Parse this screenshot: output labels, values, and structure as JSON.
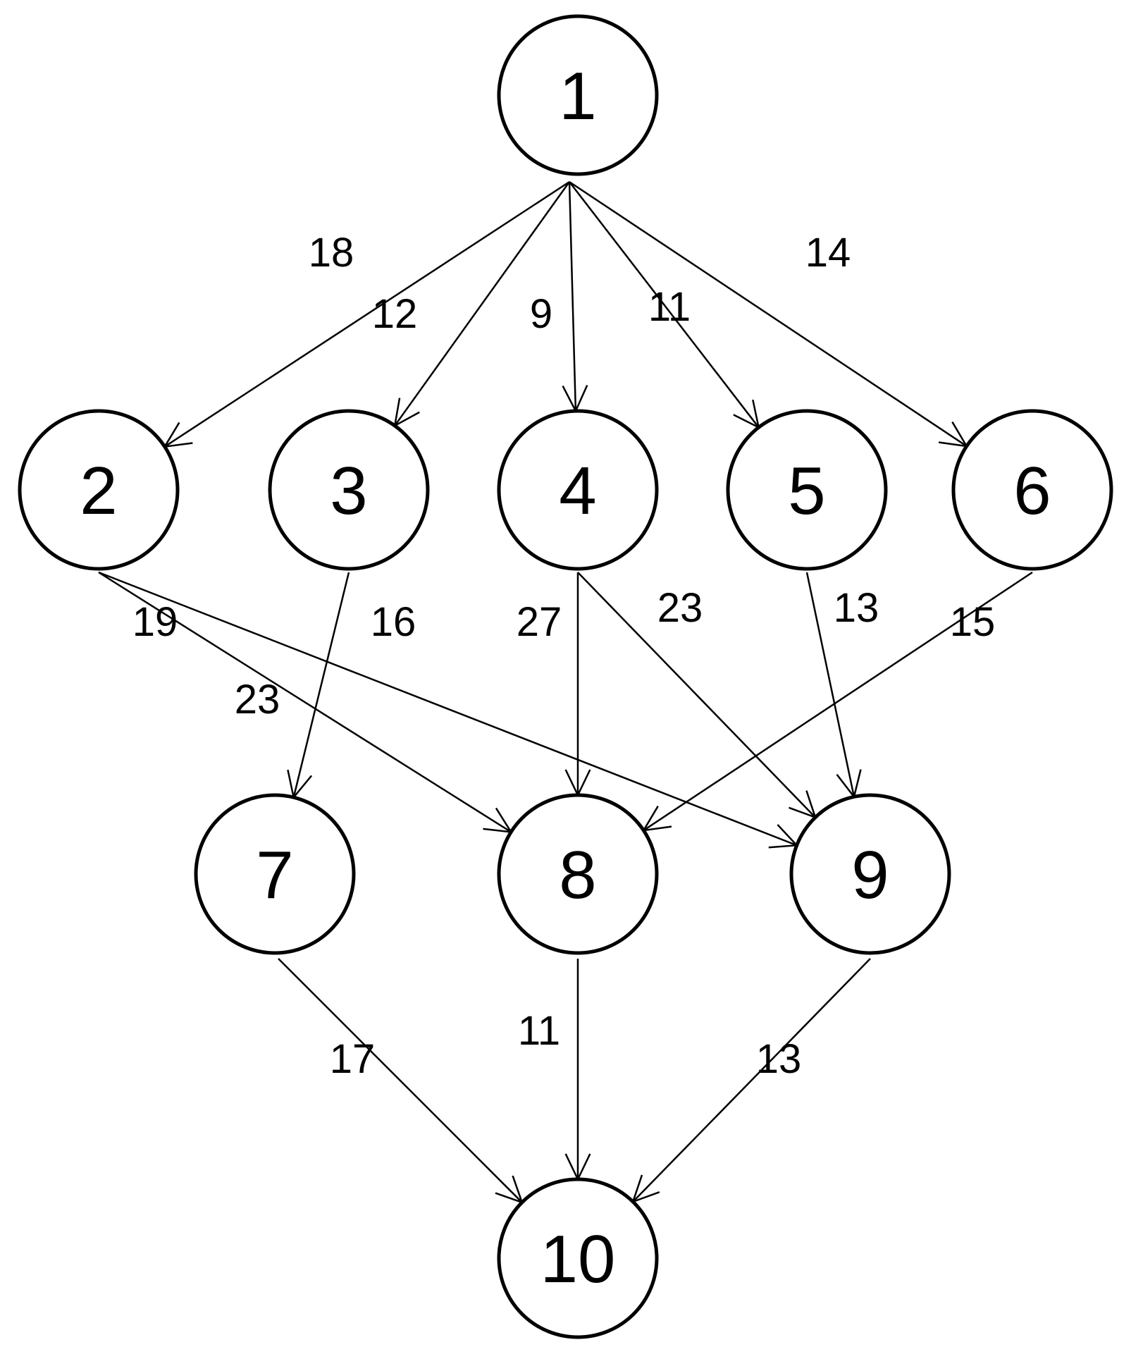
{
  "graph": {
    "nodes": [
      {
        "id": "1",
        "label": "1"
      },
      {
        "id": "2",
        "label": "2"
      },
      {
        "id": "3",
        "label": "3"
      },
      {
        "id": "4",
        "label": "4"
      },
      {
        "id": "5",
        "label": "5"
      },
      {
        "id": "6",
        "label": "6"
      },
      {
        "id": "7",
        "label": "7"
      },
      {
        "id": "8",
        "label": "8"
      },
      {
        "id": "9",
        "label": "9"
      },
      {
        "id": "10",
        "label": "10"
      }
    ],
    "edges": [
      {
        "from": "1",
        "to": "2",
        "weight": "18"
      },
      {
        "from": "1",
        "to": "3",
        "weight": "12"
      },
      {
        "from": "1",
        "to": "4",
        "weight": "9"
      },
      {
        "from": "1",
        "to": "5",
        "weight": "11"
      },
      {
        "from": "1",
        "to": "6",
        "weight": "14"
      },
      {
        "from": "2",
        "to": "8",
        "weight": "19"
      },
      {
        "from": "2",
        "to": "9",
        "weight": "16"
      },
      {
        "from": "3",
        "to": "7",
        "weight": "23"
      },
      {
        "from": "4",
        "to": "8",
        "weight": "27"
      },
      {
        "from": "4",
        "to": "9",
        "weight": "23"
      },
      {
        "from": "5",
        "to": "9",
        "weight": "13"
      },
      {
        "from": "6",
        "to": "8",
        "weight": "15"
      },
      {
        "from": "7",
        "to": "10",
        "weight": "17"
      },
      {
        "from": "8",
        "to": "10",
        "weight": "11"
      },
      {
        "from": "9",
        "to": "10",
        "weight": "13"
      }
    ]
  }
}
